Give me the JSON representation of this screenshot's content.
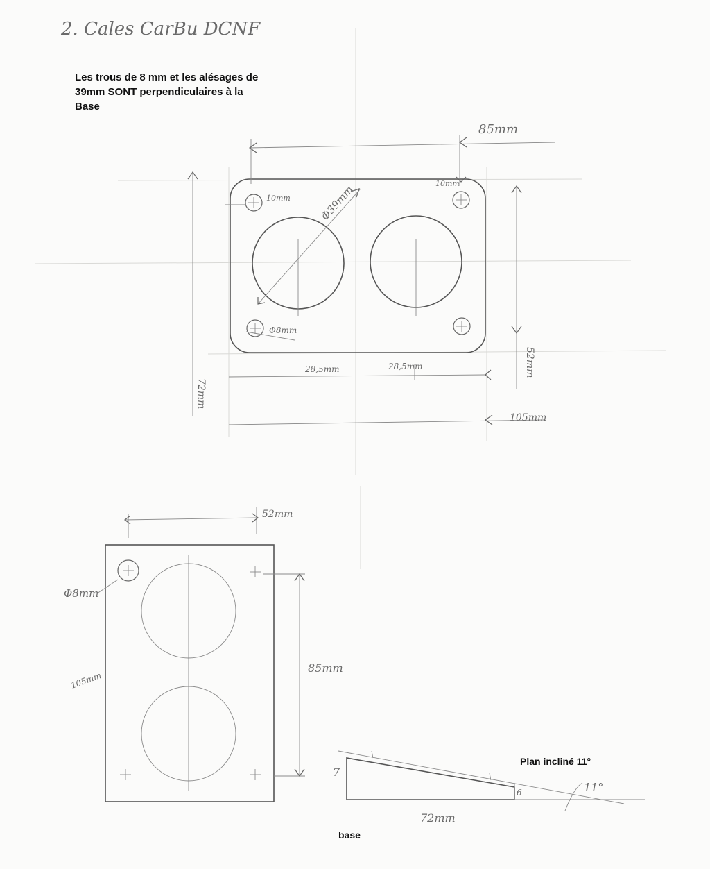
{
  "header_handwritten": "2. Cales CarBu DCNF",
  "note": "Les trous de 8 mm et les alésages de 39mm SONT perpendiculaires à la Base",
  "top_view": {
    "dim_width": "85mm",
    "dim_hole_offset": "10mm",
    "dim_hole_offset_right": "10mm",
    "dim_bore": "Φ39mm",
    "dim_small_hole": "Φ8mm",
    "dim_half_left": "28,5mm",
    "dim_half_right": "28,5mm",
    "dim_height_right": "52mm",
    "dim_height_left": "72mm",
    "dim_total": "105mm"
  },
  "plate_view": {
    "dim_top": "52mm",
    "dim_hole": "Φ8mm",
    "dim_side": "105mm",
    "dim_length": "85mm"
  },
  "wedge_view": {
    "label": "Plan incliné 11°",
    "dim_left": "7",
    "dim_right": "6",
    "dim_length": "72mm",
    "angle": "11°",
    "caption": "base"
  }
}
